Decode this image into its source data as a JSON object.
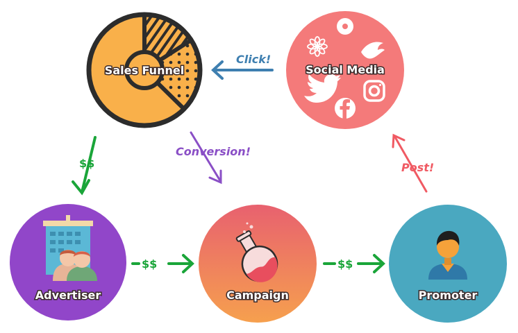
{
  "nodes": {
    "sales_funnel": "Sales Funnel",
    "social_media": "Social Media",
    "advertiser": "Advertiser",
    "campaign": "Campaign",
    "promoter": "Promoter"
  },
  "edges": {
    "click": "Click!",
    "conversion": "Conversion!",
    "post": "Post!",
    "funnel_to_advertiser": "$$",
    "advertiser_to_campaign": "$$",
    "campaign_to_promoter": "$$"
  },
  "colors": {
    "funnel_fill": "#F9B04A",
    "funnel_outline": "#2C2C2C",
    "social_fill": "#F47A7A",
    "advertiser_fill": "#9146C9",
    "campaign_top": "#E8616F",
    "campaign_bottom": "#F6A04E",
    "promoter_fill": "#4AA8C0",
    "money_green": "#1AA539",
    "click_blue": "#3E7FB0",
    "conversion_purple": "#8A4FC6",
    "post_red": "#F05A63"
  },
  "icons": [
    "pie-chart-icon",
    "flower-icon",
    "circle-dot-icon",
    "twitter-bird-icon",
    "instagram-icon",
    "facebook-icon",
    "office-building-icon",
    "people-icon",
    "potion-flask-icon",
    "user-avatar-icon"
  ]
}
